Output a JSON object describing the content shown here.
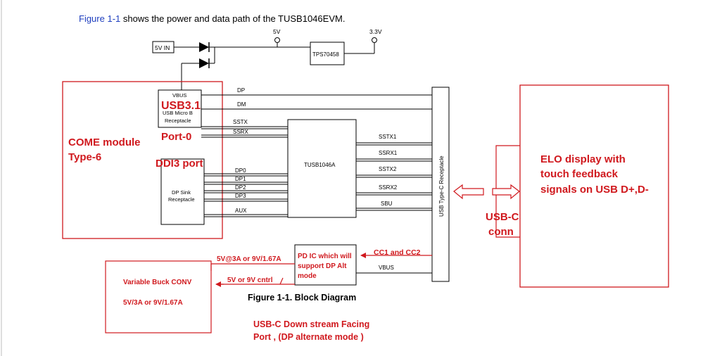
{
  "intro": {
    "link_text": "Figure 1-1",
    "rest_text": " shows the power and data path of the TUSB1046EVM."
  },
  "power": {
    "input_label": "5V IN",
    "rail_5v": "5V",
    "rail_3v3": "3.3V",
    "regulator": "TPS70458"
  },
  "usb_micro": {
    "vbus": "VBUS",
    "name_line1": "USB Micro B",
    "name_line2": "Receptacle"
  },
  "dp_sink": {
    "name_line1": "DP Sink",
    "name_line2": "Receptacle"
  },
  "mux": {
    "name": "TUSB1046A"
  },
  "usb_c_receptacle": {
    "name": "USB Type-C Receptacle"
  },
  "signals": {
    "dp": "DP",
    "dm": "DM",
    "sstx": "SSTX",
    "ssrx": "SSRX",
    "dp0": "DP0",
    "dp1": "DP1",
    "dp2": "DP2",
    "dp3": "DP3",
    "aux": "AUX",
    "sstx1": "SSTX1",
    "ssrx1": "SSRX1",
    "sstx2": "SSTX2",
    "ssrx2": "SSRX2",
    "sbu": "SBU",
    "vbus_right": "VBUS"
  },
  "figure_caption": "Figure 1-1. Block Diagram",
  "annotations": {
    "usb31": "USB3.1",
    "port0": "Port-0",
    "come_line1": "COME module",
    "come_line2": "Type-6",
    "ddi3": "DDI3 port",
    "elo_line1": "ELO display with",
    "elo_line2": "touch feedback",
    "elo_line3": "signals on USB D+,D-",
    "usbc_conn_line1": "USB-C",
    "usbc_conn_line2": "conn",
    "pd_line1": "PD IC which will",
    "pd_line2": "support DP Alt",
    "pd_line3": "mode",
    "cc": "CC1 and CC2",
    "power_out": "5V@3A   or 9V/1.67A",
    "ctrl": "5V or 9V  cntrl",
    "buck_line1": "Variable Buck CONV",
    "buck_line2": "5V/3A or 9V/1.67A",
    "dfp_line1": "USB-C Down stream Facing",
    "dfp_line2": "Port , (DP alternate mode )"
  },
  "colors": {
    "annotation": "#d0191e",
    "link": "#1f3fbf",
    "ink": "#000000"
  }
}
